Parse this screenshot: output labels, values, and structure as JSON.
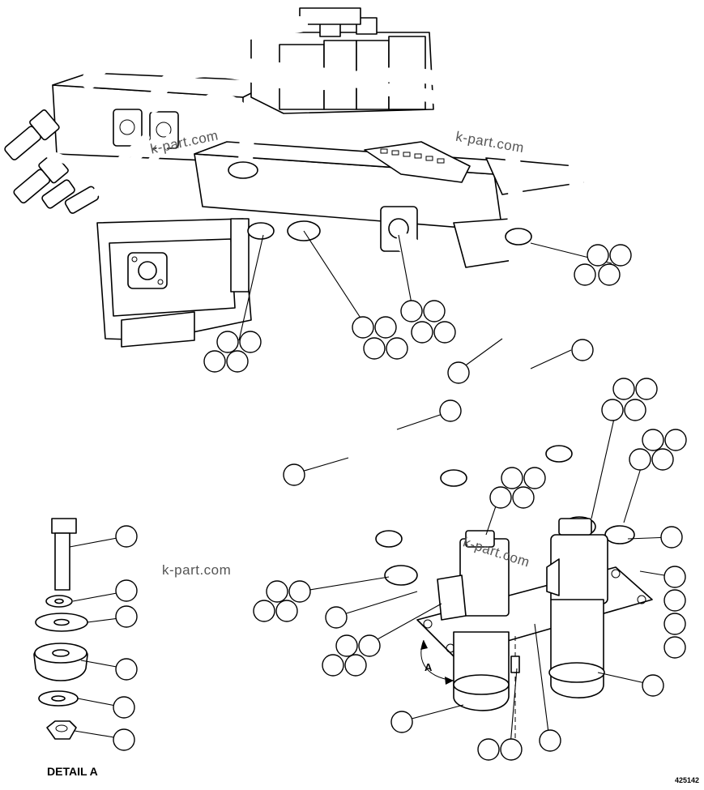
{
  "detail_title": "DETAIL A",
  "view_marker": "A",
  "drawing_number": "425142",
  "watermark": "k-part.com",
  "callout_bubbles": "unnumbered reference balloons"
}
